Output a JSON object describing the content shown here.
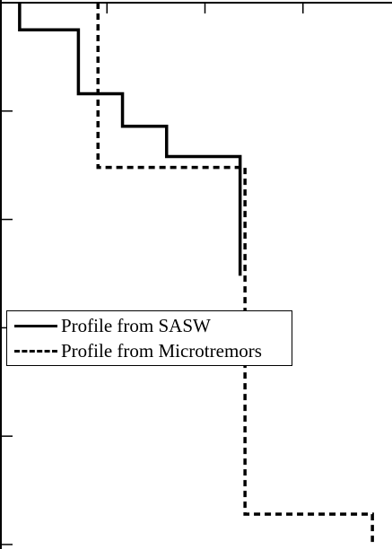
{
  "chart_data": {
    "type": "line",
    "title": "",
    "xlabel": "",
    "ylabel": "",
    "xlim": [
      0,
      400
    ],
    "ylim": [
      0,
      50
    ],
    "y_inverted": true,
    "grid": false,
    "legend_position": "left-middle",
    "series": [
      {
        "name": "Profile from SASW",
        "style": "solid",
        "color": "#000000",
        "points": [
          [
            20,
            0
          ],
          [
            20,
            2.5
          ],
          [
            80,
            2.5
          ],
          [
            80,
            8.4
          ],
          [
            125,
            8.4
          ],
          [
            125,
            11.4
          ],
          [
            170,
            11.4
          ],
          [
            170,
            14.2
          ],
          [
            245,
            14.2
          ],
          [
            245,
            25.2
          ]
        ]
      },
      {
        "name": "Profile from Microtremors",
        "style": "dashed",
        "color": "#000000",
        "points": [
          [
            100,
            0
          ],
          [
            100,
            15.2
          ],
          [
            250,
            15.2
          ],
          [
            250,
            47.2
          ],
          [
            380,
            47.2
          ],
          [
            380,
            50
          ]
        ]
      }
    ]
  }
}
